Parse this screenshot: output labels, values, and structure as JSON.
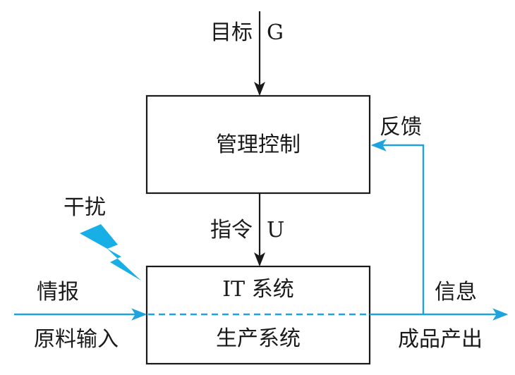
{
  "labels": {
    "goal": "目标",
    "goal_symbol": "G",
    "management": "管理控制",
    "feedback": "反馈",
    "disturbance": "干扰",
    "command": "指令",
    "command_symbol": "U",
    "intelligence": "情报",
    "raw_input": "原料输入",
    "it_system": "IT 系统",
    "production_system": "生产系统",
    "information": "信息",
    "product_output": "成品产出"
  },
  "colors": {
    "ink": "#1a1a1a",
    "flow": "#1fa3dc",
    "lightning": "#18aee6"
  },
  "icons": {
    "disturbance": "lightning-bolt-icon"
  }
}
